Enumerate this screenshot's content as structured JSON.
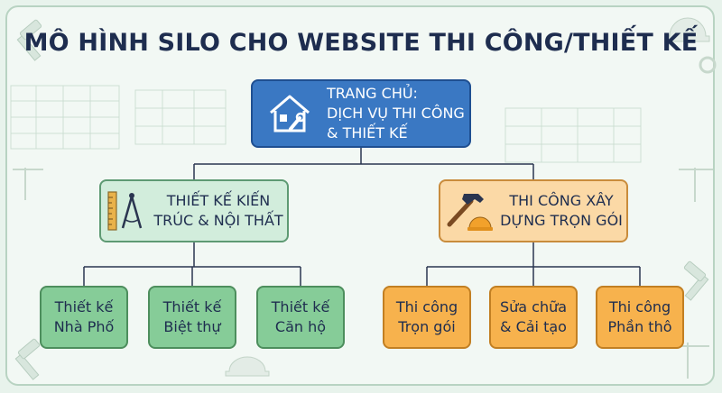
{
  "title": "MÔ HÌNH SILO CHO WEBSITE THI CÔNG/THIẾT KẾ",
  "root": {
    "lines": [
      "TRANG CHỦ:",
      "DỊCH VỤ THI CÔNG",
      "& THIẾT KẾ"
    ],
    "icon": "house-wrench-icon"
  },
  "branches": [
    {
      "lines": [
        "THIẾT KẾ KIẾN",
        "TRÚC & NỘI THẤT"
      ],
      "icon": "ruler-compass-icon",
      "color": "#d2eddc",
      "children": [
        {
          "lines": [
            "Thiết kế",
            "Nhà Phố"
          ]
        },
        {
          "lines": [
            "Thiết kế",
            "Biệt thự"
          ]
        },
        {
          "lines": [
            "Thiết kế",
            "Căn hộ"
          ]
        }
      ]
    },
    {
      "lines": [
        "THI CÔNG XÂY",
        "DỰNG TRỌN GÓI"
      ],
      "icon": "hammer-hardhat-icon",
      "color": "#fbd9a6",
      "children": [
        {
          "lines": [
            "Thi công",
            "Trọn gói"
          ]
        },
        {
          "lines": [
            "Sửa chữa",
            "& Cải tạo"
          ]
        },
        {
          "lines": [
            "Thi công",
            "Phần thô"
          ]
        }
      ]
    }
  ],
  "colors": {
    "root": "#3a78c3",
    "leaf_green": "#86cc98",
    "leaf_orange": "#f7b24d",
    "title": "#1e2d4f"
  }
}
